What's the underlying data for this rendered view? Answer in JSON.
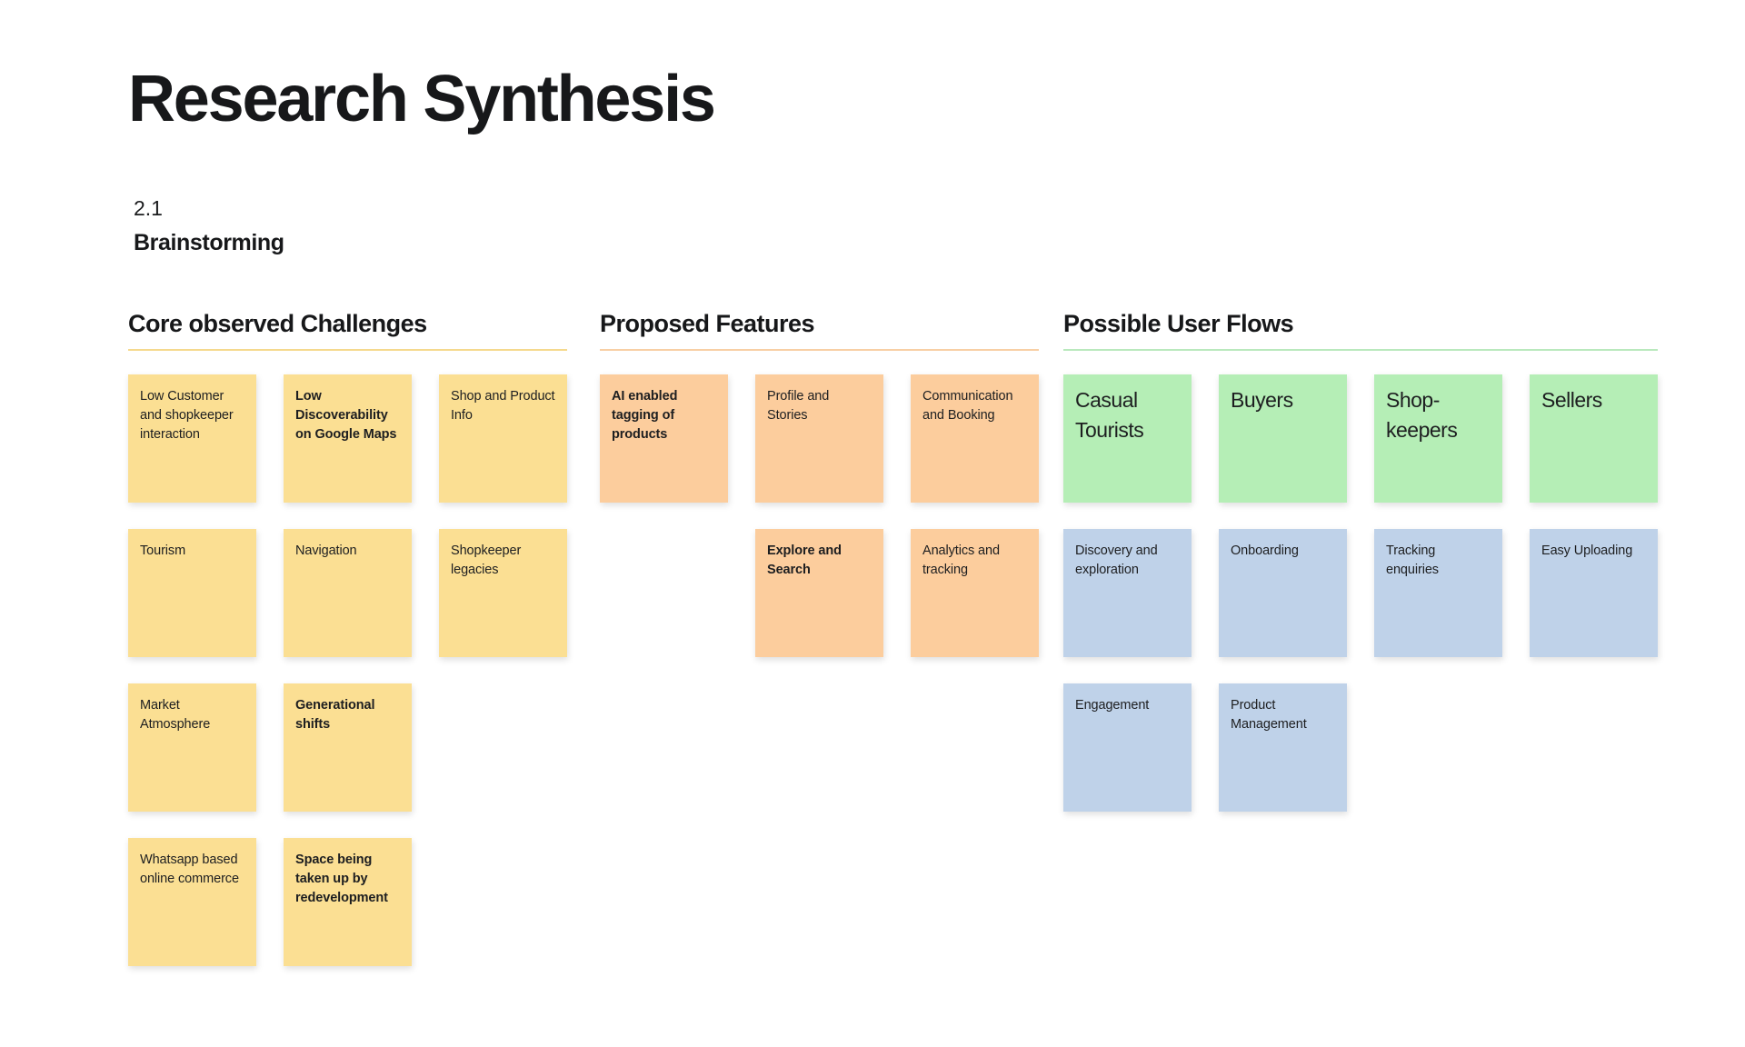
{
  "page": {
    "title": "Research Synthesis",
    "section_number": "2.1",
    "section_name": "Brainstorming",
    "background": "#ffffff"
  },
  "colors": {
    "yellow_card": "#fbdf93",
    "orange_card": "#fccd9d",
    "green_card": "#b5eeb6",
    "blue_card": "#bfd2e9",
    "yellow_rule": "#f5d98d",
    "orange_rule": "#f8cfa4",
    "green_rule": "#b9e9bd",
    "text": "#17181a"
  },
  "columns": [
    {
      "id": "core-observed-challenges",
      "heading": "Core observed Challenges",
      "rule_color": "#f5d98d",
      "rows": [
        [
          {
            "label": "Low Customer and shopkeeper interaction",
            "color": "yellow",
            "bold": false,
            "big": false
          },
          {
            "label": "Low Discoverability on Google Maps",
            "color": "yellow",
            "bold": true,
            "big": false
          },
          {
            "label": "Shop and Product Info",
            "color": "yellow",
            "bold": false,
            "big": false
          }
        ],
        [
          {
            "label": "Tourism",
            "color": "yellow",
            "bold": false,
            "big": false
          },
          {
            "label": "Navigation",
            "color": "yellow",
            "bold": false,
            "big": false
          },
          {
            "label": "Shopkeeper legacies",
            "color": "yellow",
            "bold": false,
            "big": false
          }
        ],
        [
          {
            "label": "Market Atmosphere",
            "color": "yellow",
            "bold": false,
            "big": false
          },
          {
            "label": "Generational shifts",
            "color": "yellow",
            "bold": true,
            "big": false
          },
          {
            "label": "",
            "color": "empty",
            "bold": false,
            "big": false
          }
        ],
        [
          {
            "label": "Whatsapp based online commerce",
            "color": "yellow",
            "bold": false,
            "big": false
          },
          {
            "label": "Space being taken up by redevelopment",
            "color": "yellow",
            "bold": true,
            "big": false
          },
          {
            "label": "",
            "color": "empty",
            "bold": false,
            "big": false
          }
        ]
      ]
    },
    {
      "id": "proposed-features",
      "heading": "Proposed Features",
      "rule_color": "#f8cfa4",
      "rows": [
        [
          {
            "label": "AI enabled tagging of products",
            "color": "orange",
            "bold": true,
            "big": false
          },
          {
            "label": "Profile and Stories",
            "color": "orange",
            "bold": false,
            "big": false
          },
          {
            "label": "Communication and Booking",
            "color": "orange",
            "bold": false,
            "big": false
          }
        ],
        [
          {
            "label": "",
            "color": "empty",
            "bold": false,
            "big": false
          },
          {
            "label": "Explore and Search",
            "color": "orange",
            "bold": true,
            "big": false
          },
          {
            "label": "Analytics and tracking",
            "color": "orange",
            "bold": false,
            "big": false
          }
        ]
      ]
    },
    {
      "id": "possible-user-flows",
      "heading": "Possible User Flows",
      "rule_color": "#b9e9bd",
      "rows": [
        [
          {
            "label": "Casual Tourists",
            "color": "green",
            "bold": false,
            "big": true
          },
          {
            "label": "Buyers",
            "color": "green",
            "bold": false,
            "big": true
          },
          {
            "label": "Shop-keepers",
            "color": "green",
            "bold": false,
            "big": true
          },
          {
            "label": "Sellers",
            "color": "green",
            "bold": false,
            "big": true
          }
        ],
        [
          {
            "label": "Discovery and exploration",
            "color": "blue",
            "bold": false,
            "big": false
          },
          {
            "label": "Onboarding",
            "color": "blue",
            "bold": false,
            "big": false
          },
          {
            "label": "Tracking enquiries",
            "color": "blue",
            "bold": false,
            "big": false
          },
          {
            "label": "Easy Uploading",
            "color": "blue",
            "bold": false,
            "big": false
          }
        ],
        [
          {
            "label": "Engagement",
            "color": "blue",
            "bold": false,
            "big": false
          },
          {
            "label": "Product Management",
            "color": "blue",
            "bold": false,
            "big": false
          },
          {
            "label": "",
            "color": "empty",
            "bold": false,
            "big": false
          },
          {
            "label": "",
            "color": "empty",
            "bold": false,
            "big": false
          }
        ]
      ]
    }
  ]
}
